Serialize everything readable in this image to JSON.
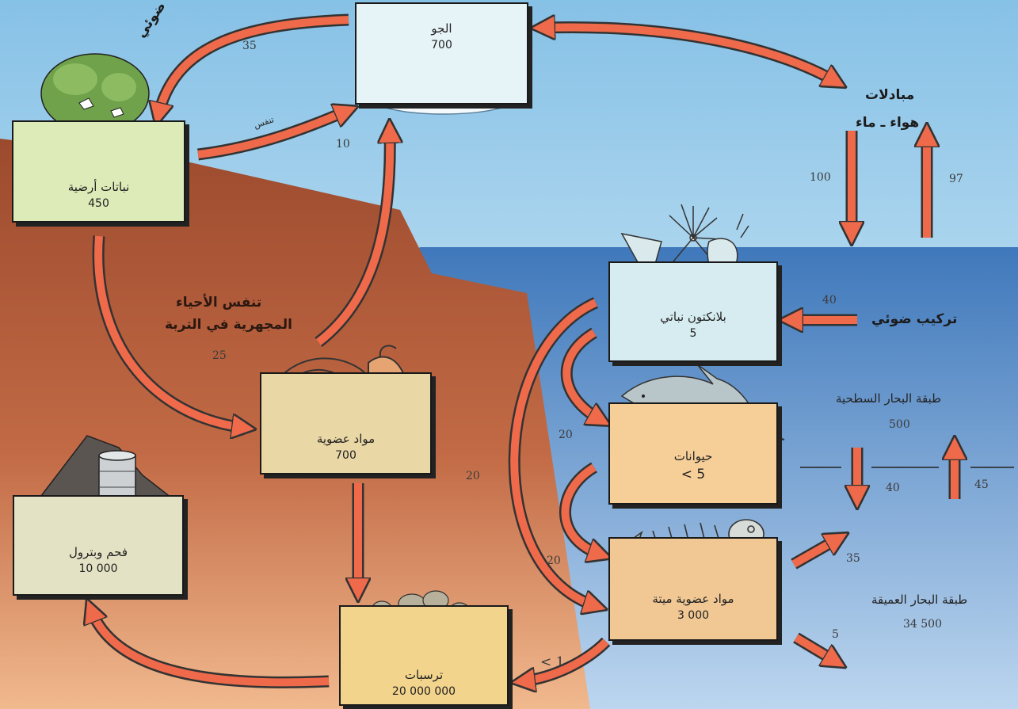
{
  "atmosphere": {
    "name": "الجو",
    "value": "700"
  },
  "land_plants": {
    "name": "نباتات أرضية",
    "value": "450"
  },
  "organic_matter": {
    "name": "مواد عضوية",
    "value": "700"
  },
  "coal_oil": {
    "name": "فحم وبترول",
    "value": "10 000"
  },
  "sediments": {
    "name": "ترسبات",
    "value": "20 000 000"
  },
  "phytoplankton": {
    "name": "بلانكتون نباتي",
    "value": "5"
  },
  "animals": {
    "name": "حيوانات",
    "value": "< 5"
  },
  "dead_organic": {
    "name": "مواد عضوية ميتة",
    "value": "3 000"
  },
  "labels": {
    "photosynthesis_land": "تركيب ضوئي",
    "respiration": "تنفس",
    "air_water_exchange_1": "مبادلات",
    "air_water_exchange_2": "هواء ـ ماء",
    "soil_microbe_resp_1": "تنفس الأحياء",
    "soil_microbe_resp_2": "المجهرية في التربة",
    "photosynthesis_ocean": "تركيب ضوئي",
    "surface_ocean": "طبقة البحار السطحية",
    "surface_ocean_value": "500",
    "deep_ocean": "طبقة البحار العميقة",
    "deep_ocean_value": "34 500"
  },
  "flows": {
    "atm_to_plants": "35",
    "plants_to_atm": "10",
    "air_to_sea": "100",
    "sea_to_air": "97",
    "soil_resp": "25",
    "photosynthesis_ocean": "40",
    "plankton_to_animals": "20",
    "plankton_to_dead_long": "20",
    "animals_to_dead": "20",
    "surface_down": "40",
    "surface_up": "45",
    "dead_to_deep_up": "35",
    "dead_to_deep_down": "5",
    "to_sediments": "< 1"
  },
  "colors": {
    "sky_top": "#8ec6e8",
    "soil": "#b45a35",
    "ocean": "#4f87c2",
    "arrow": "#ee6a4a",
    "box_plants": "#dcebb8",
    "box_atmos": "#e6f3f7",
    "box_soil": "#ead7a6",
    "box_ocean": "#d6ecf0",
    "box_animals": "#f6cf98"
  }
}
